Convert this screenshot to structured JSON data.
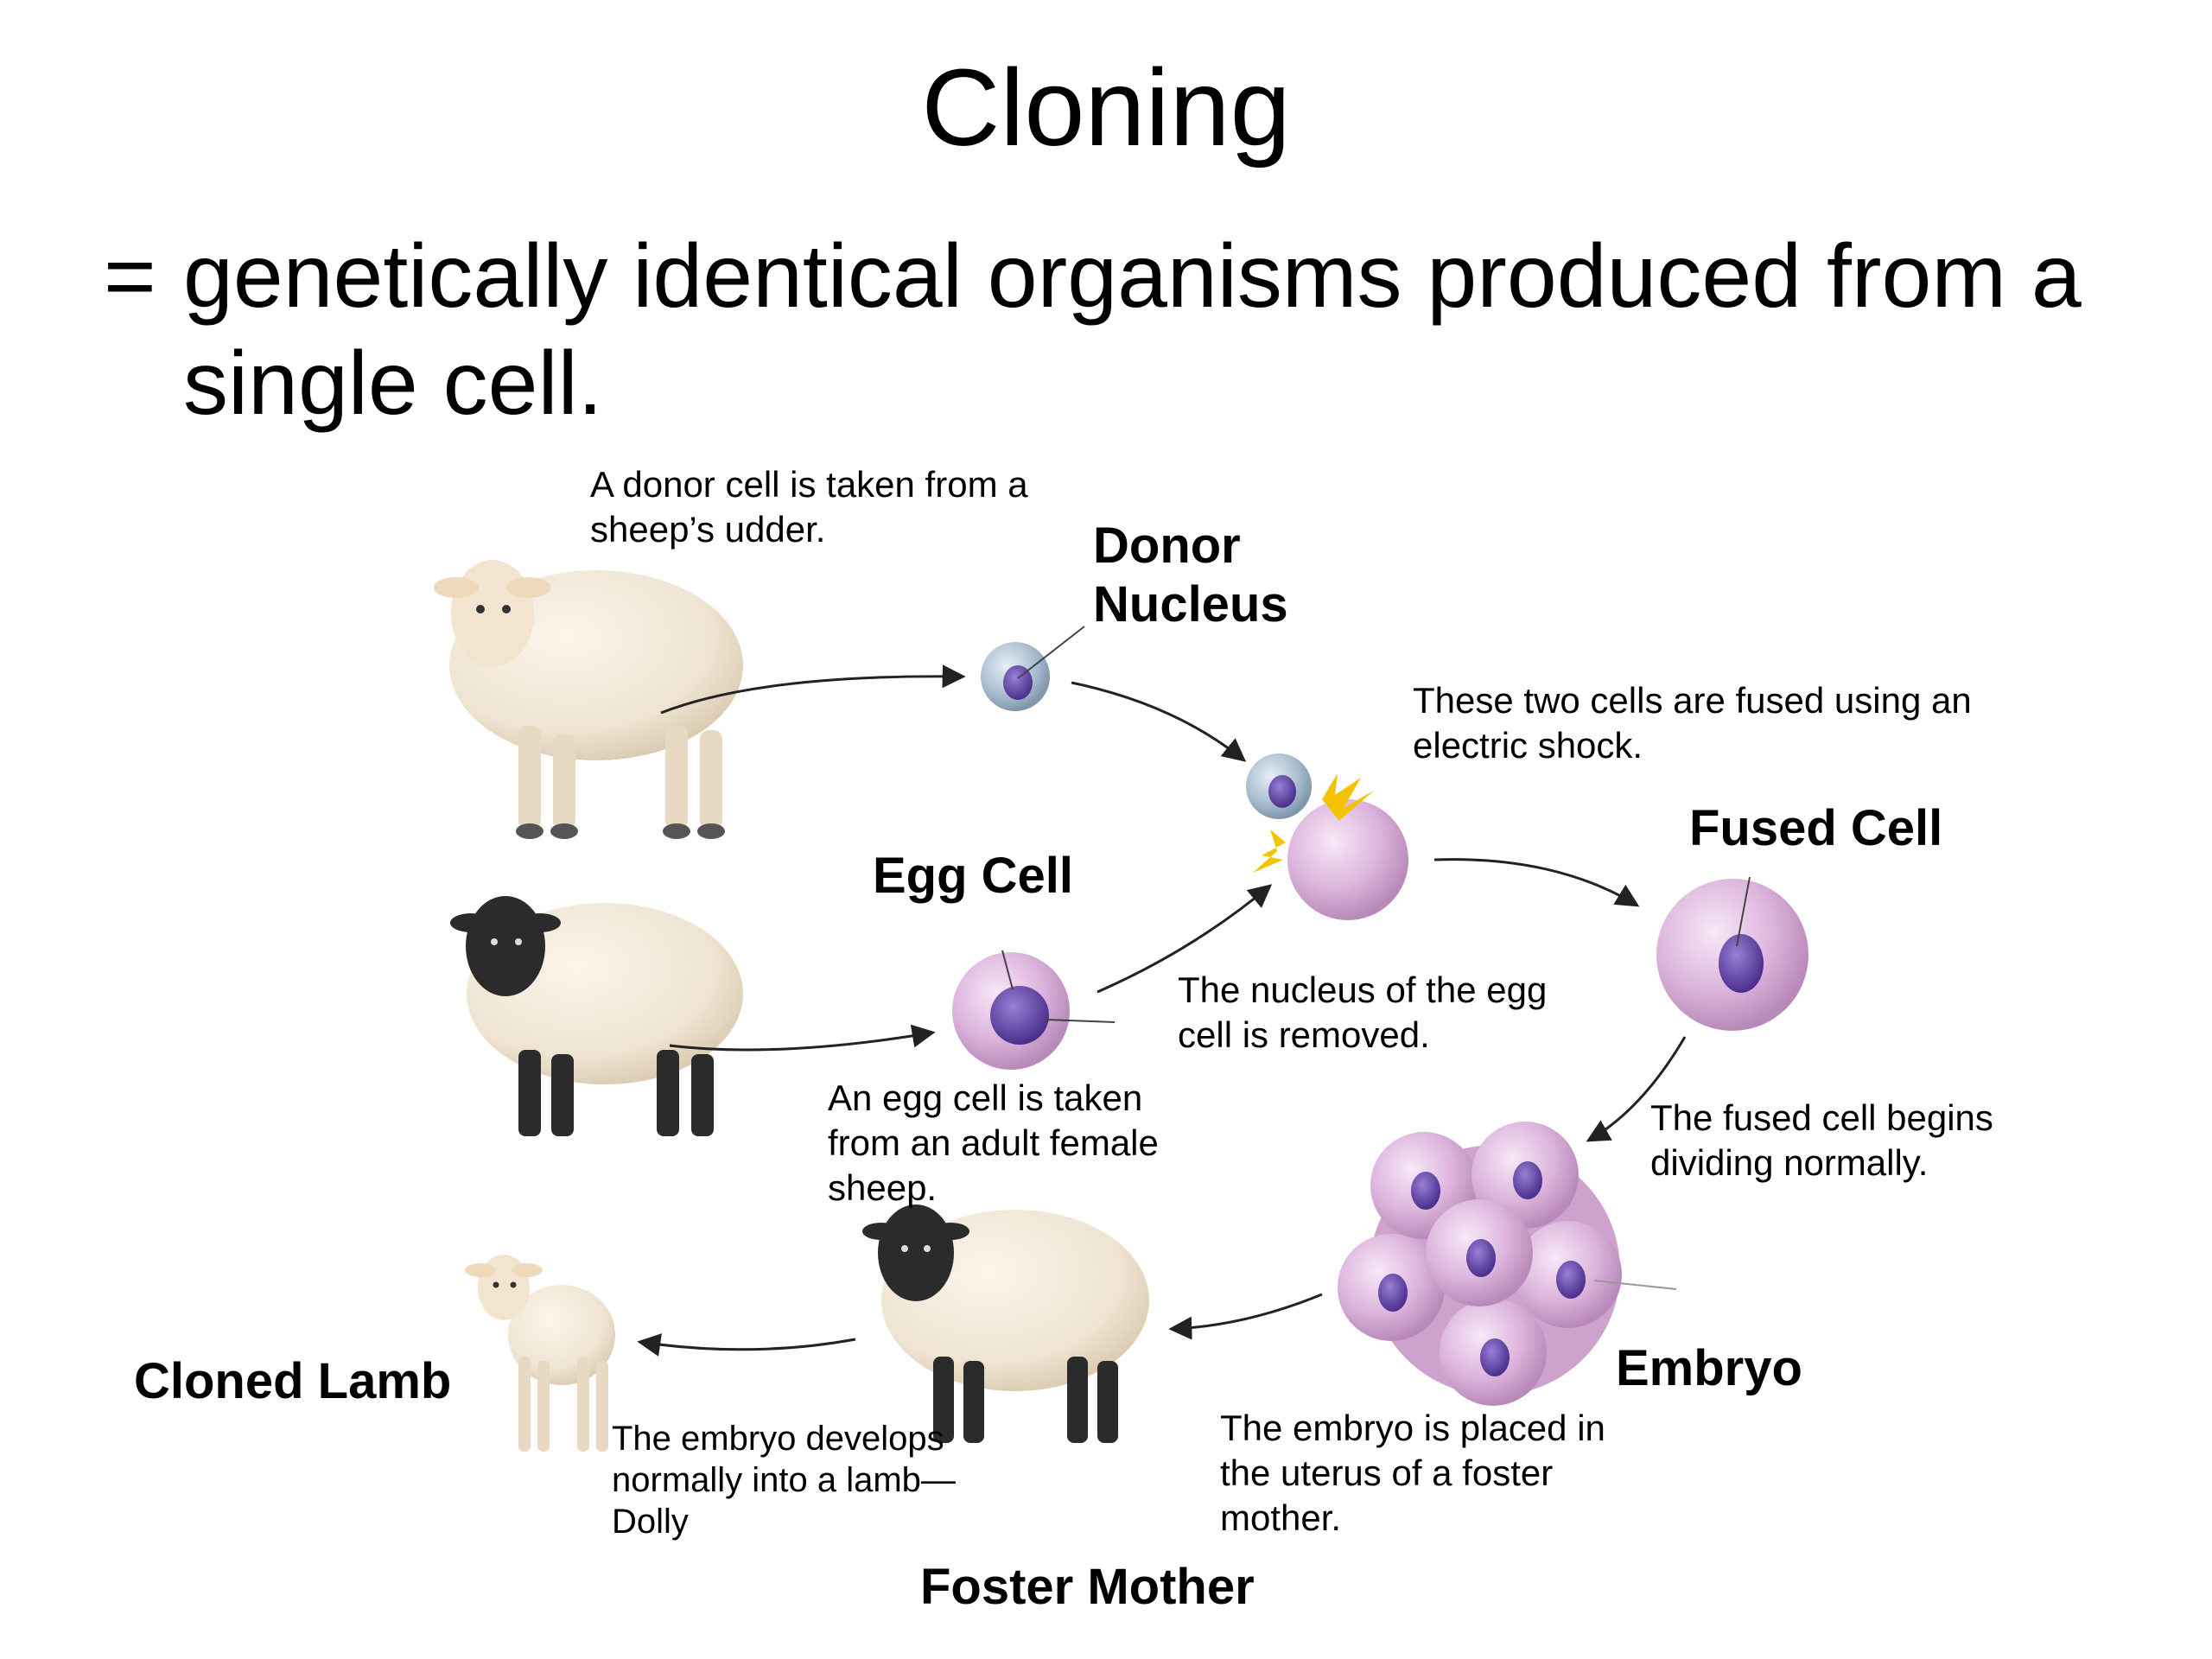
{
  "title": "Cloning",
  "bullet": {
    "symbol": "=",
    "text": "genetically identical organisms produced from a single cell."
  },
  "labels": {
    "donor_nucleus": "Donor Nucleus",
    "egg_cell": "Egg Cell",
    "fused_cell": "Fused Cell",
    "embryo": "Embryo",
    "foster_mother": "Foster Mother",
    "cloned_lamb": "Cloned Lamb"
  },
  "captions": {
    "donor": "A donor cell is taken from a sheep’s udder.",
    "egg": "An egg cell is taken from an adult female sheep.",
    "nucleus_removed": "The nucleus of the egg cell is removed.",
    "fused": "These two cells are fused using an electric shock.",
    "dividing": "The fused cell begins dividing normally.",
    "placed": "The embryo is placed in the uterus of a foster mother.",
    "develops": "The embryo develops normally into a lamb—Dolly"
  },
  "colors": {
    "wool": "#efe4d2",
    "wool_shadow": "#d8c8ad",
    "dark_face": "#2b2b2b",
    "light_face": "#e8d3b6",
    "egg_cell": "#dcb4dc",
    "nucleus": "#5c3d9e",
    "donor_cell": "#a9bdd0",
    "spark": "#f3c300",
    "arrow": "#222222"
  },
  "icons": [
    "sheep-icon",
    "lamb-icon",
    "cell-icon",
    "spark-icon",
    "embryo-icon",
    "arrow-icon"
  ]
}
